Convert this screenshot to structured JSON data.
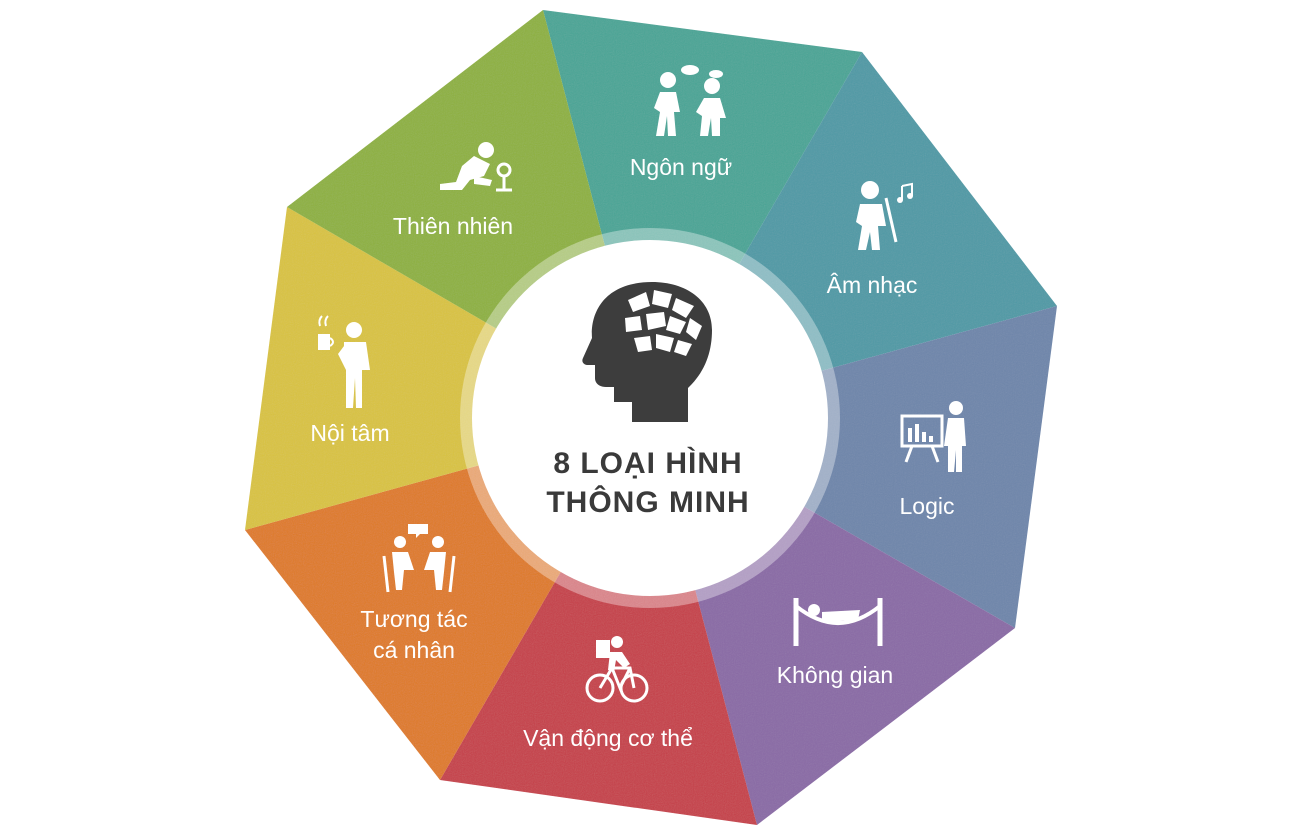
{
  "title": {
    "line1": "8 LOẠI HÌNH",
    "line2": "THÔNG MINH"
  },
  "colors": {
    "ngon_ngu": "#4aa596",
    "am_nhac": "#4f9aa6",
    "logic": "#6e86ab",
    "khong_gian": "#8a6aa6",
    "van_dong": "#c64049",
    "tuong_tac": "#df7a27",
    "noi_tam": "#d9c340",
    "thien_nhien": "#8eb13f",
    "center_ring": "#d8e3de",
    "center_fill": "#ffffff",
    "title_text": "#3a3a3a",
    "brain_icon": "#3d3d3d"
  },
  "segments": [
    {
      "key": "ngon_ngu",
      "label": "Ngôn ngữ",
      "icon": "conversation-icon"
    },
    {
      "key": "am_nhac",
      "label": "Âm nhạc",
      "icon": "singer-icon"
    },
    {
      "key": "logic",
      "label": "Logic",
      "icon": "presentation-icon"
    },
    {
      "key": "khong_gian",
      "label": "Không gian",
      "icon": "hammock-icon"
    },
    {
      "key": "van_dong",
      "label": "Vận động cơ thể",
      "icon": "cyclist-icon"
    },
    {
      "key": "tuong_tac",
      "label_line1": "Tương tác",
      "label_line2": "cá nhân",
      "icon": "meeting-icon"
    },
    {
      "key": "noi_tam",
      "label": "Nội tâm",
      "icon": "coffee-person-icon"
    },
    {
      "key": "thien_nhien",
      "label": "Thiên nhiên",
      "icon": "gardener-icon"
    }
  ]
}
